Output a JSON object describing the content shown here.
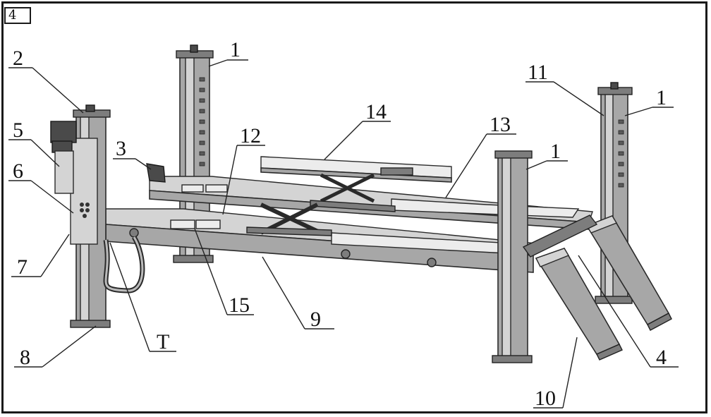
{
  "figure_number": "4",
  "callouts": [
    {
      "id": "c1a",
      "label": "1"
    },
    {
      "id": "c1b",
      "label": "1"
    },
    {
      "id": "c1c",
      "label": "1"
    },
    {
      "id": "c2",
      "label": "2"
    },
    {
      "id": "c3",
      "label": "3"
    },
    {
      "id": "c4",
      "label": "4"
    },
    {
      "id": "c5",
      "label": "5"
    },
    {
      "id": "c6",
      "label": "6"
    },
    {
      "id": "c7",
      "label": "7"
    },
    {
      "id": "c8",
      "label": "8"
    },
    {
      "id": "c9",
      "label": "9"
    },
    {
      "id": "c10",
      "label": "10"
    },
    {
      "id": "c11",
      "label": "11"
    },
    {
      "id": "c12",
      "label": "12"
    },
    {
      "id": "c13",
      "label": "13"
    },
    {
      "id": "c14",
      "label": "14"
    },
    {
      "id": "c15",
      "label": "15"
    },
    {
      "id": "cT",
      "label": "T"
    }
  ],
  "colors": {
    "line": "#222222",
    "steel": "#a7a7a7",
    "background": "#ffffff"
  }
}
